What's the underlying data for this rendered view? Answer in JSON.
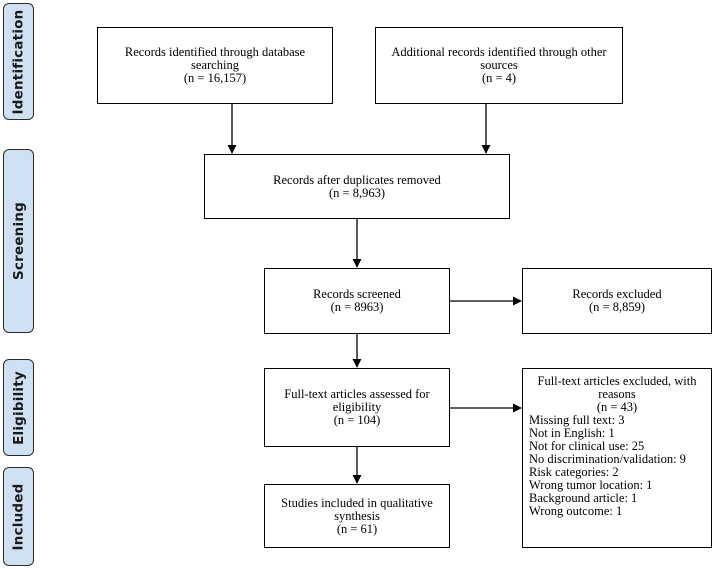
{
  "stages": {
    "identification": "Identification",
    "screening": "Screening",
    "eligibility": "Eligibility",
    "included": "Included"
  },
  "boxes": {
    "database": {
      "text": "Records identified through database searching",
      "count": "(n = 16,157)"
    },
    "other_sources": {
      "text": "Additional records identified through other sources",
      "count": "(n = 4)"
    },
    "duplicates_removed": {
      "text": "Records after duplicates removed",
      "count": "(n = 8,963)"
    },
    "screened": {
      "text": "Records screened",
      "count": "(n = 8963)"
    },
    "excluded": {
      "text": "Records excluded",
      "count": "(n = 8,859)"
    },
    "fulltext_assessed": {
      "text": "Full-text articles assessed for eligibility",
      "count": "(n = 104)"
    },
    "fulltext_excluded": {
      "text": "Full-text articles excluded, with reasons",
      "count": "(n = 43)",
      "reasons": [
        "Missing full text: 3",
        "Not in English: 1",
        "Not for clinical use: 25",
        "No discrimination/validation: 9",
        "Risk categories: 2",
        "Wrong tumor location: 1",
        "Background article: 1",
        "Wrong outcome: 1"
      ]
    },
    "included": {
      "text": "Studies included in qualitative synthesis",
      "count": "(n = 61)"
    }
  }
}
